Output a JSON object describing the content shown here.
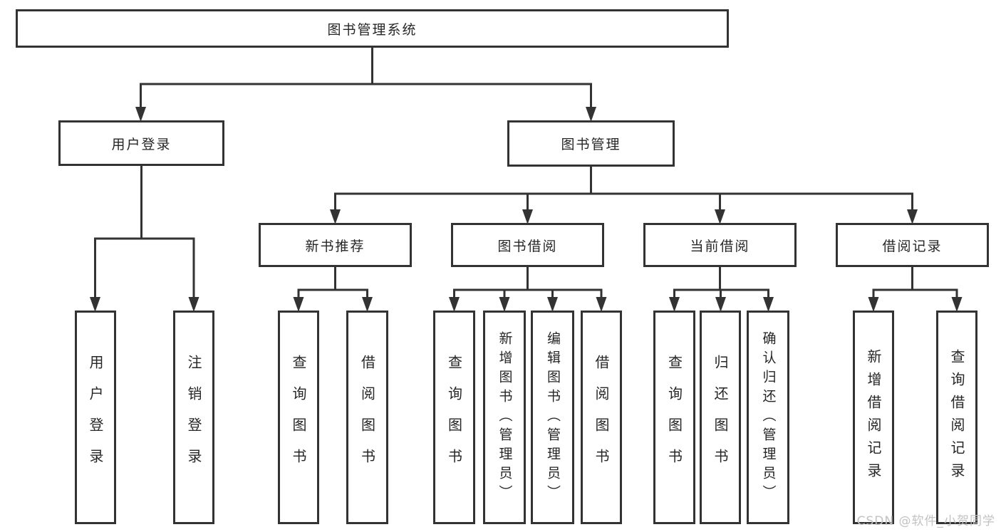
{
  "page": {
    "background": "#ffffff",
    "line_color": "#333333",
    "text_color": "#262626",
    "watermark": {
      "text": "CSDN @软件_小贺同学",
      "color": "#c2c2c2"
    }
  },
  "tree": {
    "label": "图书管理系统",
    "children": [
      {
        "label": "用户登录",
        "children": [
          {
            "label": "用户登录"
          },
          {
            "label": "注销登录"
          }
        ]
      },
      {
        "label": "图书管理",
        "children": [
          {
            "label": "新书推荐",
            "children": [
              {
                "label": "查询图书"
              },
              {
                "label": "借阅图书"
              }
            ]
          },
          {
            "label": "图书借阅",
            "children": [
              {
                "label": "查询图书"
              },
              {
                "label": "新增图书（管理员）"
              },
              {
                "label": "编辑图书（管理员）"
              },
              {
                "label": "借阅图书"
              }
            ]
          },
          {
            "label": "当前借阅",
            "children": [
              {
                "label": "查询图书"
              },
              {
                "label": "归还图书"
              },
              {
                "label": "确认归还（管理员）"
              }
            ]
          },
          {
            "label": "借阅记录",
            "children": [
              {
                "label": "新增借阅记录"
              },
              {
                "label": "查询借阅记录"
              }
            ]
          }
        ]
      }
    ]
  }
}
